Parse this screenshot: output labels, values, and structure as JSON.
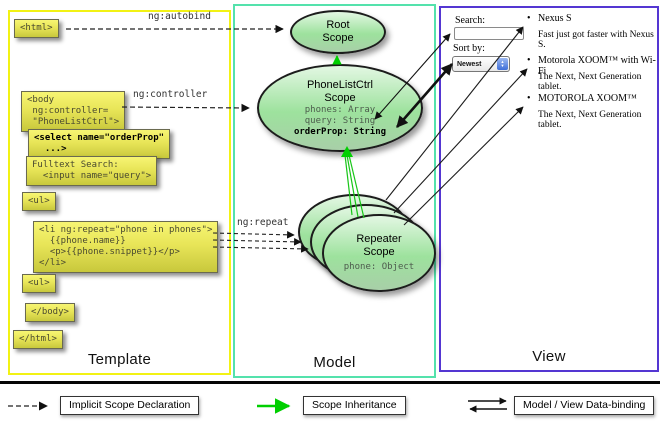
{
  "columns": {
    "template": {
      "label": "Template"
    },
    "model": {
      "label": "Model"
    },
    "view": {
      "label": "View"
    }
  },
  "template_boxes": {
    "html_open": "<html>",
    "body_open": "<body\n ng:controller=\n \"PhoneListCtrl\">",
    "select": "<select name=\"orderProp\"\n  ...>",
    "fulltext": "Fulltext Search:\n  <input name=\"query\">",
    "ul_open": "<ul>",
    "li_repeat": "<li ng:repeat=\"phone in phones\">\n  {{phone.name}}\n  <p>{{phone.snippet}}</p>\n</li>",
    "ul_close": "<ul>",
    "body_close": "</body>",
    "html_close": "</html>"
  },
  "arrow_labels": {
    "autobind": "ng:autobind",
    "controller": "ng:controller",
    "repeat": "ng:repeat"
  },
  "model": {
    "root_scope": {
      "title": "Root\nScope"
    },
    "phone_list_ctrl": {
      "title": "PhoneListCtrl\nScope",
      "prop1": "phones: Array",
      "prop2": "query: String",
      "prop3": "orderProp: String"
    },
    "repeater": {
      "title": "Repeater\nScope",
      "prop": "phone: Object"
    }
  },
  "view": {
    "search_label": "Search:",
    "search_value": "",
    "sort_label": "Sort by:",
    "sort_value": "Newest",
    "items": [
      {
        "title": "Nexus S",
        "desc": "Fast just got faster with Nexus S."
      },
      {
        "title": "Motorola XOOM™ with Wi-Fi",
        "desc": "The Next, Next Generation tablet."
      },
      {
        "title": "MOTOROLA XOOM™",
        "desc": "The Next, Next Generation tablet."
      }
    ]
  },
  "legend": {
    "implicit": "Implicit Scope Declaration",
    "inheritance": "Scope Inheritance",
    "databinding": "Model / View Data-binding"
  },
  "colors": {
    "template_border": "#f2f214",
    "model_border": "#54e2ac",
    "view_border": "#5436d2",
    "scope_green": "#9de29d",
    "code_yellow": "#e8e558",
    "inheritance_arrow": "#00cf00",
    "arrow_black": "#111111"
  }
}
